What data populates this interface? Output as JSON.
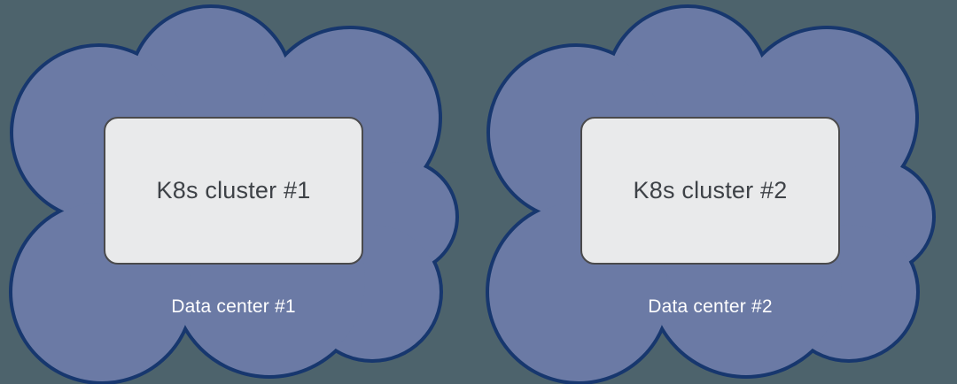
{
  "diagram": {
    "clouds": [
      {
        "cluster_label": "K8s cluster #1",
        "datacenter_label": "Data center #1"
      },
      {
        "cluster_label": "K8s cluster #2",
        "datacenter_label": "Data center #2"
      }
    ],
    "colors": {
      "canvas_bg": "#4D636C",
      "cloud_fill": "#6B7AA5",
      "cloud_stroke": "#17376E",
      "box_fill": "#E9EAEB",
      "box_stroke": "#4A4A4C",
      "box_text_color": "#3E4247",
      "label_text_color": "#FFFFFF"
    }
  }
}
